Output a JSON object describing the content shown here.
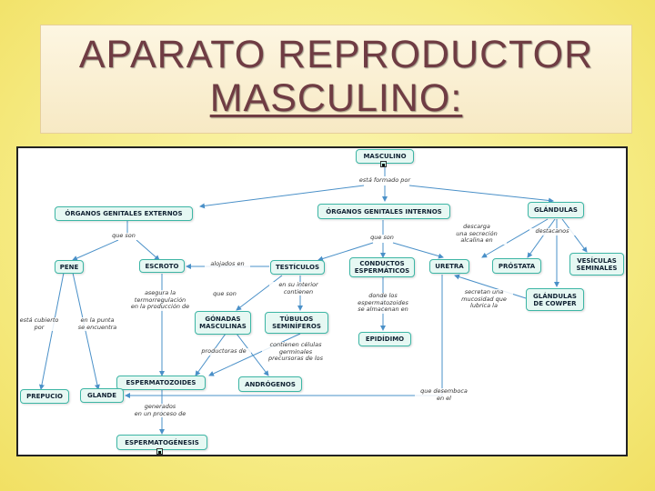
{
  "slide": {
    "title_line1": "APARATO REPRODUCTOR",
    "title_line2": "MASCULINO:"
  },
  "concept_map": {
    "nodes": {
      "masculino": "MASCULINO",
      "organos_externos": "ÓRGANOS GENITALES EXTERNOS",
      "organos_internos": "ÓRGANOS GENITALES INTERNOS",
      "glandulas": "GLÁNDULAS",
      "pene": "PENE",
      "escroto": "ESCROTO",
      "testiculos": "TESTÍCULOS",
      "conductos": "CONDUCTOS\nESPERMÁTICOS",
      "uretra": "URETRA",
      "prostata": "PRÓSTATA",
      "vesiculas": "VESÍCULAS\nSEMINALES",
      "gonadas": "GÓNADAS\nMASCULINAS",
      "tubulos": "TÚBULOS\nSEMINÍFEROS",
      "cowper": "GLÁNDULAS\nDE COWPER",
      "epididimo": "EPIDÍDIMO",
      "espermatozoides": "ESPERMATOZOIDES",
      "androgenos": "ANDRÓGENOS",
      "prepucio": "PREPUCIO",
      "glande": "GLANDE",
      "espermatogenesis": "ESPERMATOGÉNESIS"
    },
    "links": {
      "esta_formado_por": "está formado por",
      "que_son_ext": "que son",
      "que_son_int": "que son",
      "descarga": "descarga\nuna secreción\nalcalina en",
      "destacanos": "destacanos",
      "alojados_en": "alojados en",
      "asegura": "asegura la\ntermorregulación\nen la producción de",
      "que_son_test": "que son",
      "en_su_interior": "en su interior\ncontienen",
      "donde_los": "donde los\nespermatozoides\nse almacenan en",
      "secretan": "secretan una\nmucosidad que\nlubrica la",
      "esta_cubierto": "está cubierto\npor",
      "en_la_punta": "en la punta\nse encuentra",
      "productoras": "productoras de",
      "contienen_celulas": "contienen células\ngerminales\nprecursoras de los",
      "que_desemboca": "que desemboca\nen el",
      "generados": "generados\nen un proceso de"
    }
  }
}
